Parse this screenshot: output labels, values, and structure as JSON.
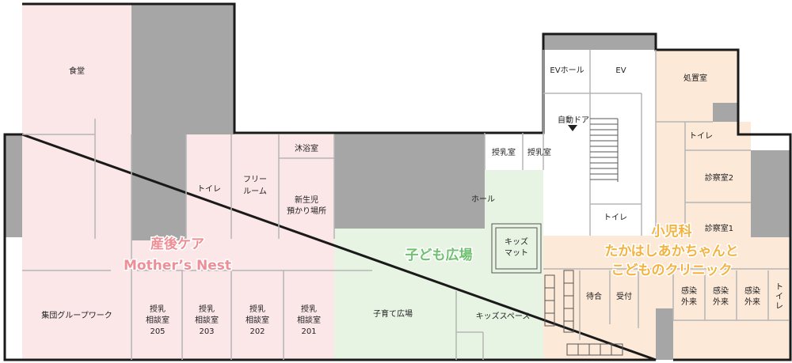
{
  "colors": {
    "wall": "#1a1a1a",
    "service": "#a6a6a6",
    "background": "#ffffff",
    "mothers_area": "#fbe6e8",
    "kids_area": "#e7f4e4",
    "clinic_area": "#fde9d8",
    "mothers_label": "#ef8e96",
    "kids_label": "#6fc070",
    "clinic_label": "#f4b340",
    "partition": "#b5b5b5"
  },
  "zones": {
    "mothers_title": "産後ケア",
    "mothers_subtitle": "Mother’s Nest",
    "kids": "子ども広場",
    "clinic_line1": "小児科",
    "clinic_line2": "たかはしあかちゃんと",
    "clinic_line3": "こどものクリニック"
  },
  "rooms": {
    "dining": "食堂",
    "toilet_left": "トイレ",
    "free_room_1": "フリー",
    "free_room_2": "ルーム",
    "bath": "沐浴室",
    "newborn_1": "新生児",
    "newborn_2": "預かり場所",
    "group_work": "集団グループワーク",
    "consult_205": [
      "授乳",
      "相談室",
      "205"
    ],
    "consult_203": [
      "授乳",
      "相談室",
      "203"
    ],
    "consult_202": [
      "授乳",
      "相談室",
      "202"
    ],
    "consult_201": [
      "授乳",
      "相談室",
      "201"
    ],
    "nursing_1": "授乳室",
    "nursing_2": "授乳室",
    "hall": "ホール",
    "kids_mat_1": "キッズ",
    "kids_mat_2": "マット",
    "childcare_plaza": "子育て広場",
    "kids_space": "キッズスペース",
    "ev_hall": "EVホール",
    "ev": "EV",
    "auto_door": "自動ドア",
    "toilet_center": "トイレ",
    "treatment": "処置室",
    "toilet_right": "トイレ",
    "exam_2": "診察室2",
    "exam_1": "診察室1",
    "waiting": "待合",
    "reception": "受付",
    "infection_1": [
      "感染",
      "外来"
    ],
    "infection_2": [
      "感染",
      "外来"
    ],
    "infection_3": [
      "感染",
      "外来"
    ],
    "toilet_far": [
      "ト",
      "イ",
      "レ"
    ]
  }
}
